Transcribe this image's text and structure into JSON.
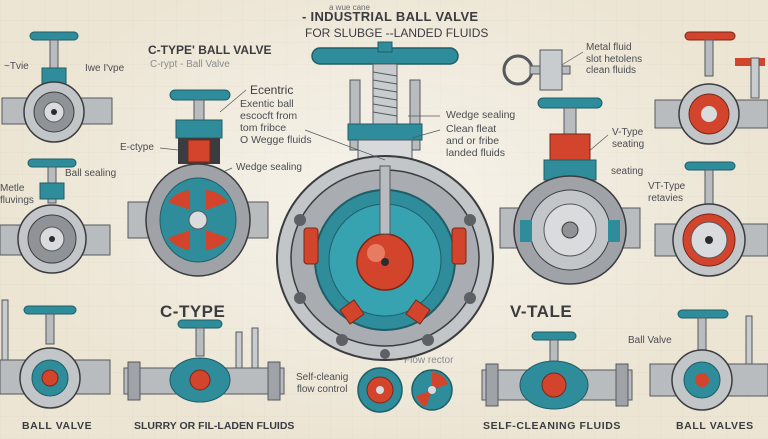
{
  "header": {
    "title": "- INDUSTRIAL BALL VALVE",
    "subtitle": "FOR SLUBGE --LANDED FLUIDS",
    "tiny_top": "a wue cane"
  },
  "left_panel": {
    "heading": "C-TYPE' BALL VALVE",
    "heading_faint": "C-rypt - Ball Valve",
    "tvpe": "Iwe I'vpe",
    "vtype": "~Tvie",
    "ectype": "E-ctype",
    "ball_sealing": "Ball sealing",
    "metal_fluids": "Metle\nfluvings",
    "wedge_sealing": "Wedge sealing",
    "ctype_big": "C-TYPE",
    "ball_valve": "BALL VALVE",
    "slurry": "SLURRY OR FIL-LADEN FLUIDS"
  },
  "center": {
    "eccentric": "Ecentric",
    "eccentric_desc": "Exentic ball\nescocft from\ntom fribce\nO Wegge fluids",
    "wedge_sealing_r": "Wedge sealing",
    "clean_float": "Clean fleat\nand or fribe\nlanded fluids",
    "flow_rector": "Flow rector",
    "self_cleaning": "Self-cleanig\nflow control"
  },
  "right_panel": {
    "metal_fluid": "Metal fluid\nslot hetolens\nclean fluids",
    "vtype_seating": "V-Type\nseating",
    "seating": "seating",
    "vt_type": "VT-Type\nretavies",
    "vtale_big": "V-TALE",
    "ball_valve_r": "Ball Valve",
    "self_cleaning_fluids": "SELF-CLEANING FLUIDS",
    "ball_valves": "BALL VALVES"
  },
  "colors": {
    "teal": "#2f8c9a",
    "red": "#d2452c",
    "steel": "#b9bcbf",
    "dark": "#3a3c40"
  }
}
